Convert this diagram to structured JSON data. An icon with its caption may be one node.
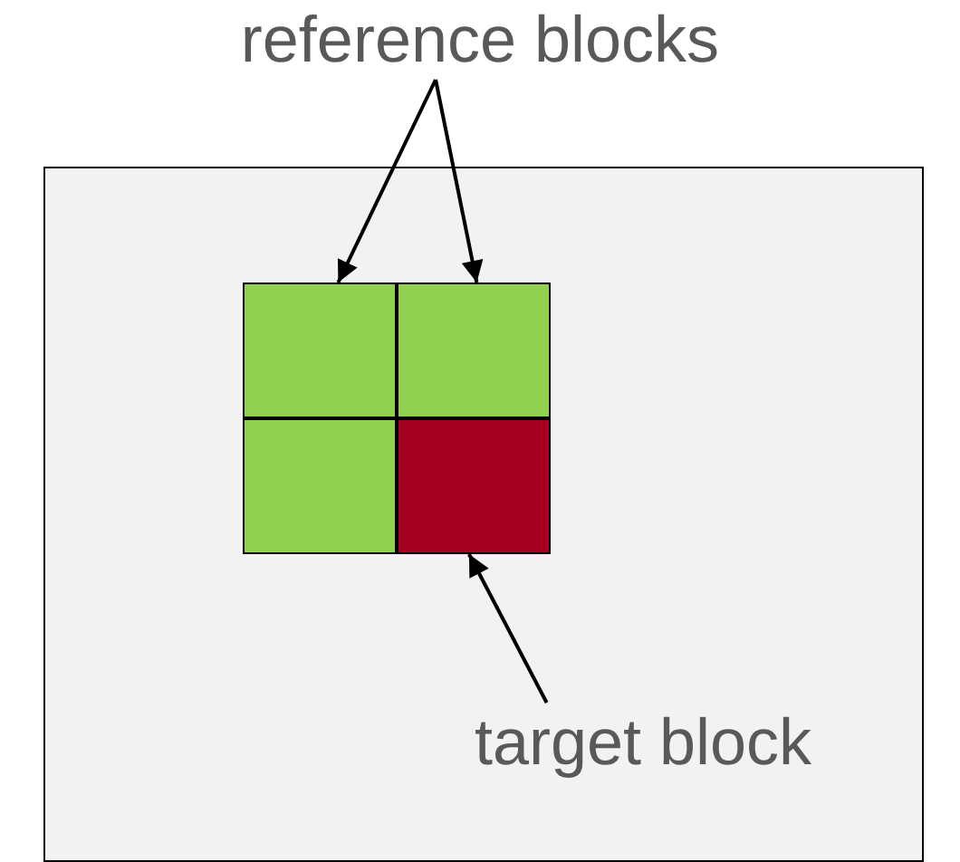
{
  "diagram": {
    "nodes": [
      {
        "text": [
          "reference blocks"
        ]
      },
      {
        "text": [],
        "shape": "box"
      },
      {
        "text": [],
        "shape": "box",
        "in": 1
      },
      {
        "text": [],
        "shape": "box",
        "in": 1
      },
      {
        "text": [],
        "shape": "box",
        "in": 1
      },
      {
        "text": [],
        "shape": "box",
        "in": 1
      },
      {
        "text": [
          "target block"
        ],
        "in": 1
      }
    ],
    "edges": [
      {
        "from": 0,
        "to": 2,
        "arrow": "to"
      },
      {
        "from": 0,
        "to": 3,
        "arrow": "to"
      },
      {
        "from": 6,
        "to": 5,
        "arrow": "to"
      }
    ]
  }
}
